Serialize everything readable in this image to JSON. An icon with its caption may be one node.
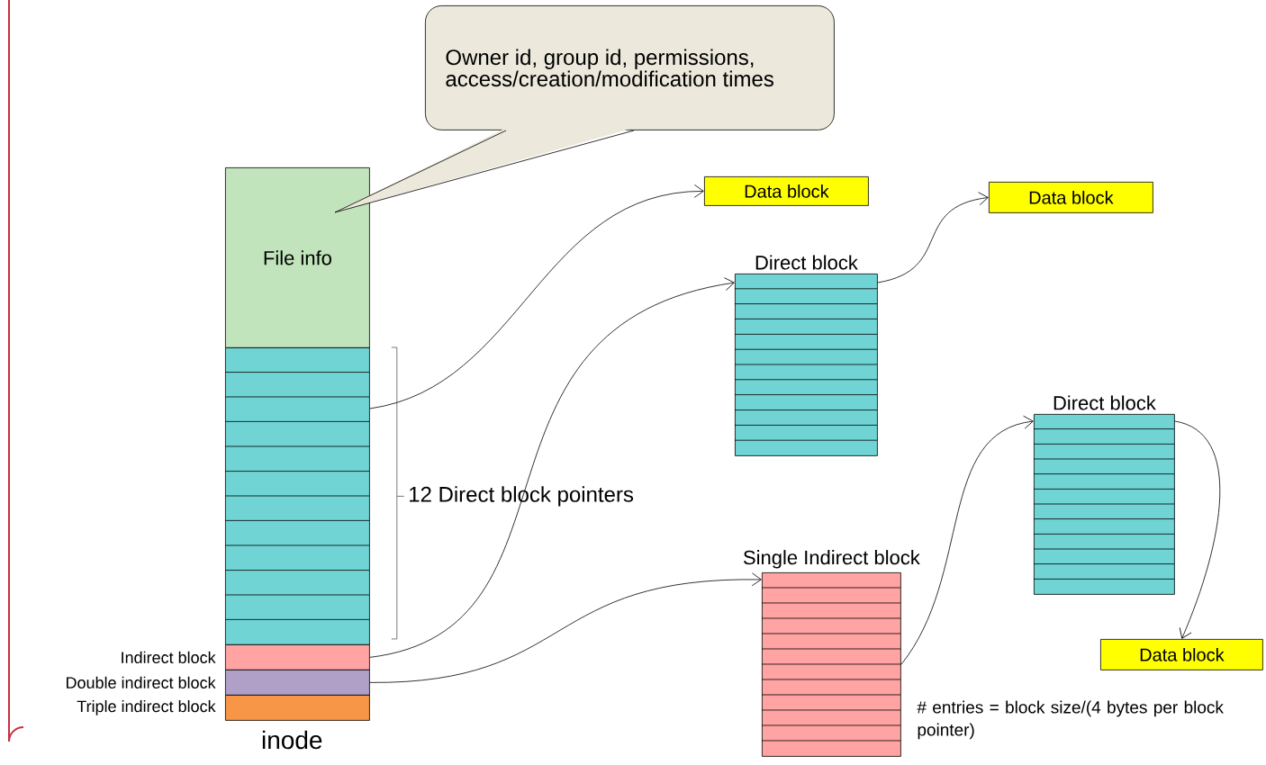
{
  "diagram": {
    "nodes": [
      {
        "text": [
          "Owner id, group id, permissions, access/creation/modification times"
        ]
      },
      {
        "text": [
          "File info"
        ]
      },
      {
        "text": [],
        "shape": "box",
        "beside": [
          "12 Direct block pointers"
        ]
      },
      {
        "text": [],
        "shape": "box",
        "beside": [
          "Indirect block"
        ]
      },
      {
        "text": [],
        "shape": "box",
        "beside": [
          "Double indirect block"
        ]
      },
      {
        "text": [],
        "shape": "box",
        "beside": [
          "Triple indirect block"
        ]
      },
      {
        "text": [
          "Data block"
        ]
      },
      {
        "text": [
          "Direct block"
        ]
      },
      {
        "text": [
          "Data block"
        ]
      },
      {
        "text": [
          "Single Indirect block"
        ]
      },
      {
        "text": [
          "Direct block"
        ]
      },
      {
        "text": [
          "Data block"
        ]
      }
    ],
    "edges": [
      {
        "from": 2,
        "to": 6,
        "arrow": "to"
      },
      {
        "from": 3,
        "to": 7,
        "arrow": "to"
      },
      {
        "from": 4,
        "to": 9,
        "arrow": "to"
      },
      {
        "from": 7,
        "to": 8,
        "arrow": "to"
      },
      {
        "from": 9,
        "to": 10,
        "arrow": "to"
      },
      {
        "from": 10,
        "to": 11,
        "arrow": "to"
      }
    ],
    "labels": [
      "inode",
      "# entries = block size/(4 bytes per block pointer)"
    ]
  }
}
